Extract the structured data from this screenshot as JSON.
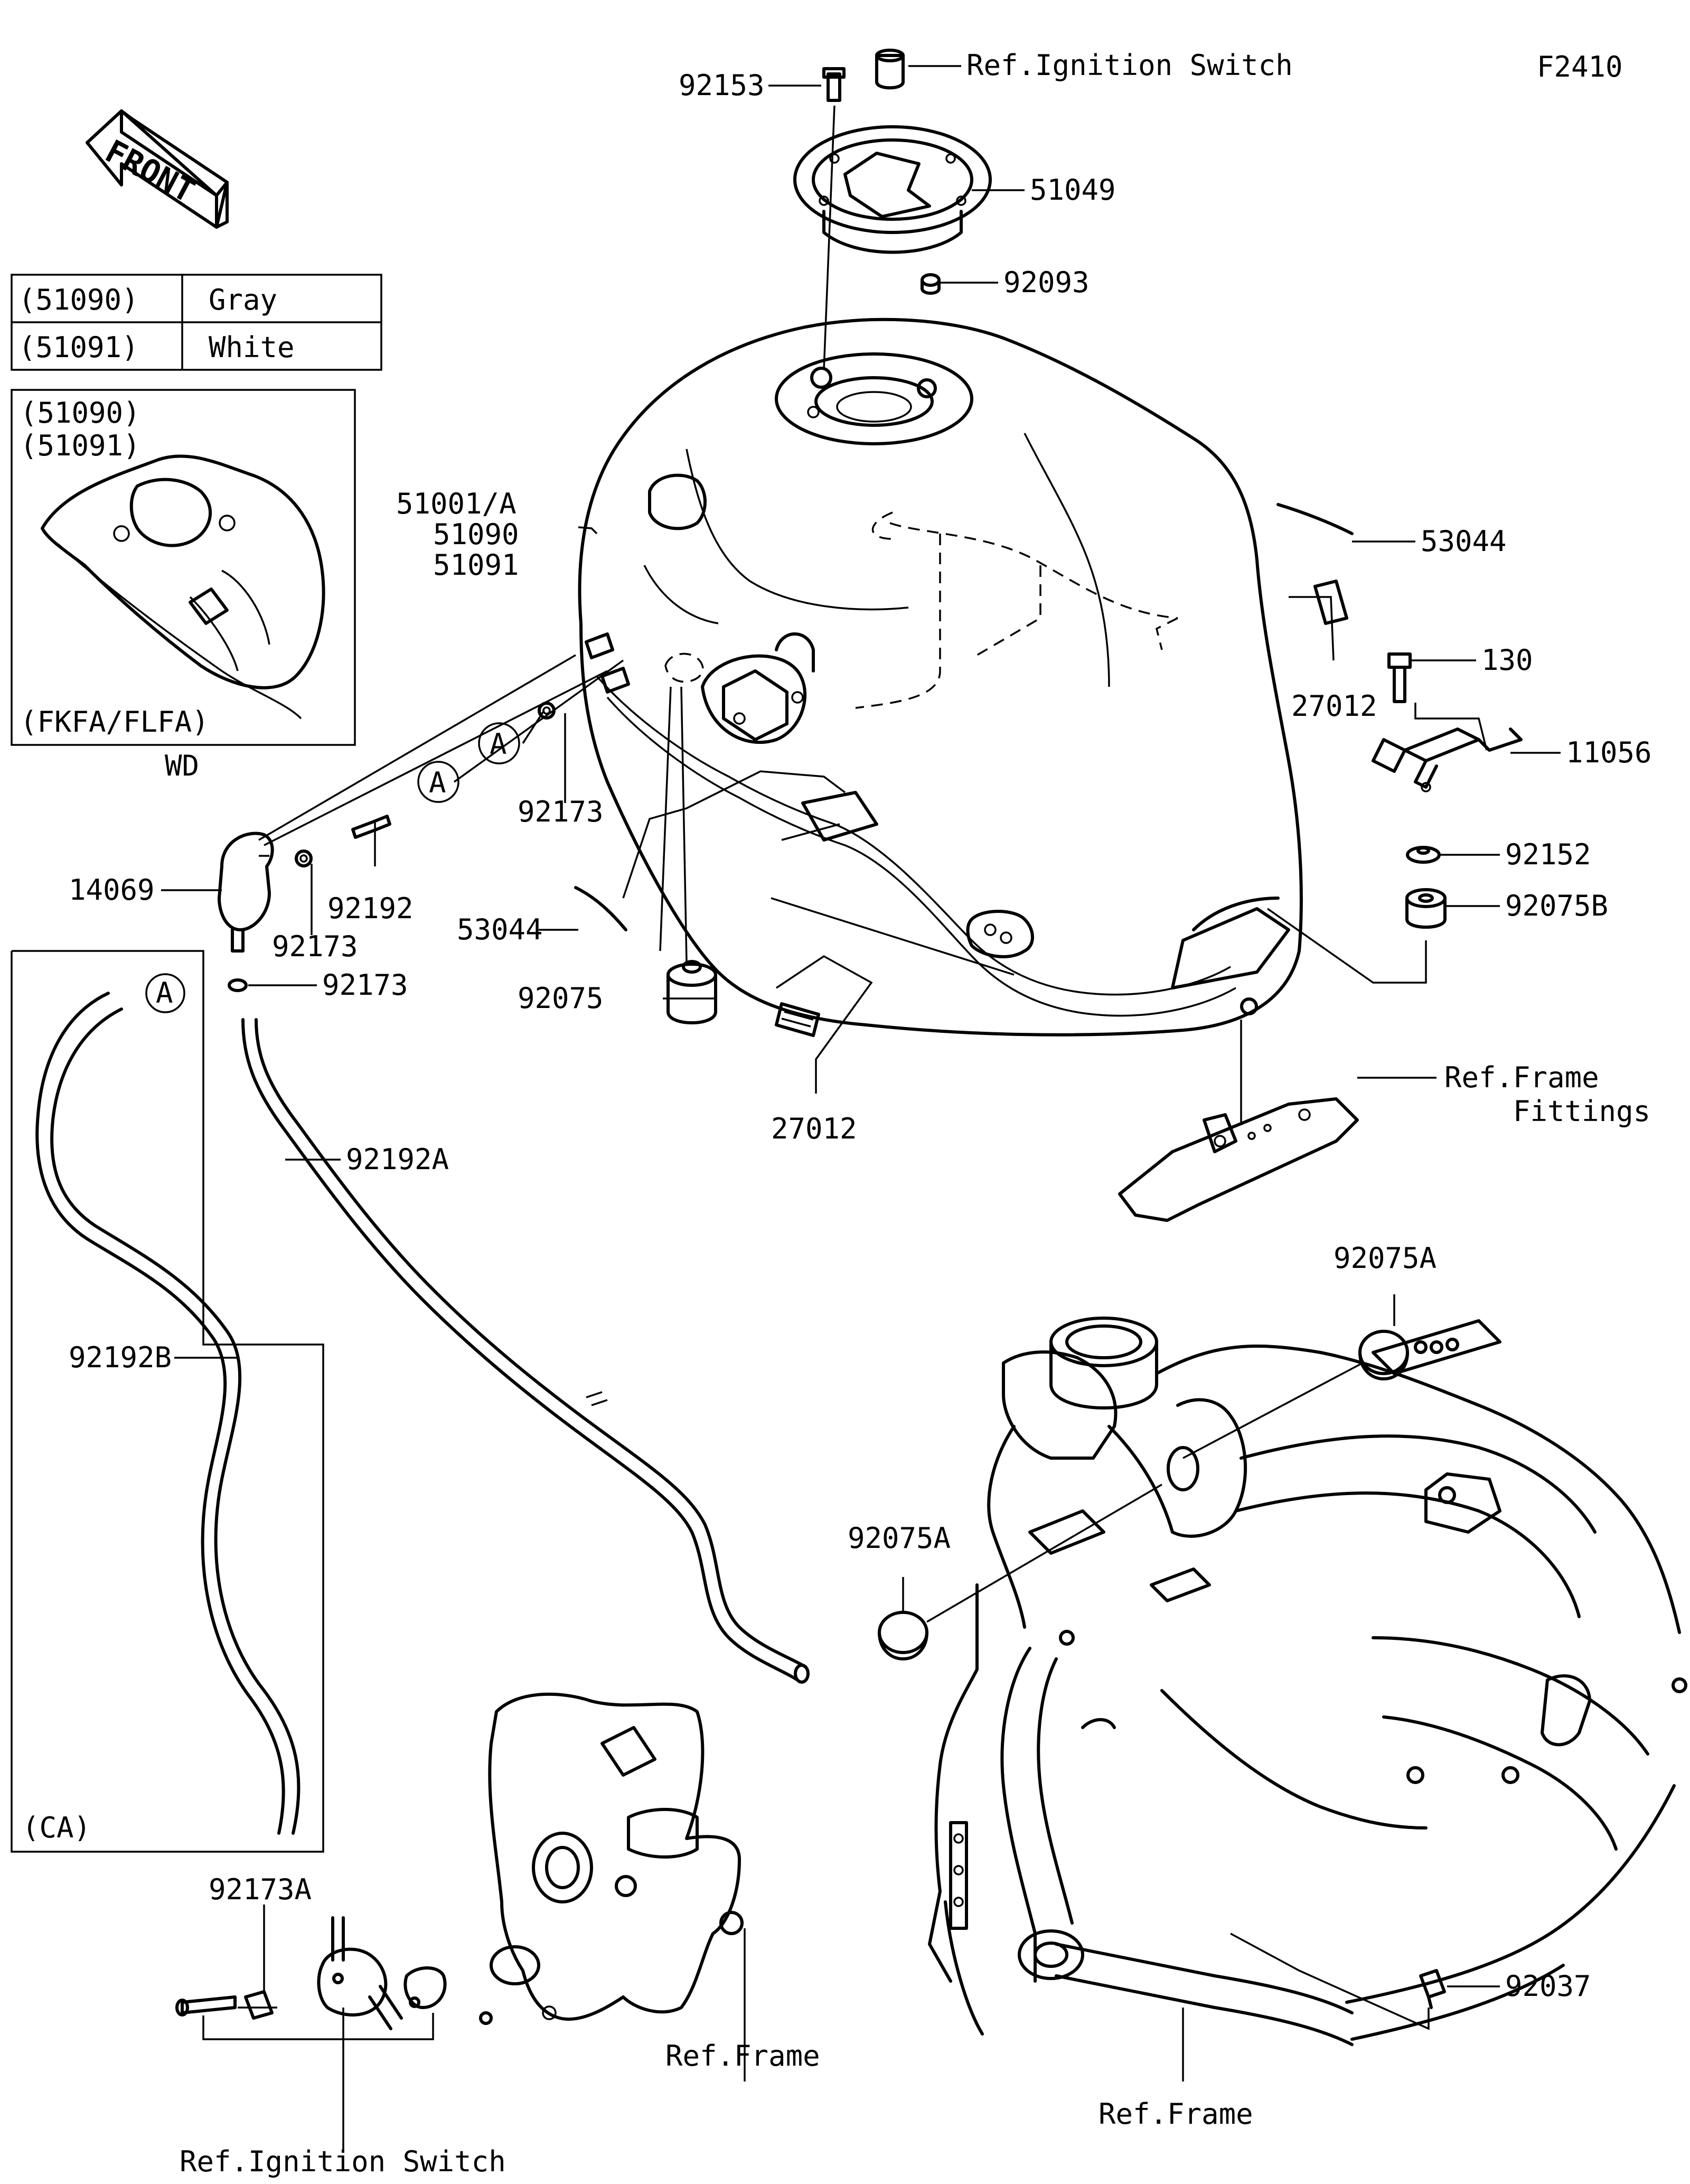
{
  "figure_code": "F2410",
  "front_label": "FRONT",
  "color_table": [
    {
      "code": "(51090)",
      "color": "Gray"
    },
    {
      "code": "(51091)",
      "color": "White"
    }
  ],
  "inset_wd": {
    "codes": [
      "(51090)",
      "(51091)"
    ],
    "variant": "(FKFA/FLFA)",
    "caption": "WD"
  },
  "inset_ca": {
    "variant": "(CA)"
  },
  "callout_letter": "A",
  "parts": {
    "p92153": "92153",
    "ref_ignition_top": "Ref.Ignition Switch",
    "p51049": "51049",
    "p92093": "92093",
    "tank_line1": "51001/A",
    "tank_line2": "51090",
    "tank_line3": "51091",
    "p53044_right": "53044",
    "p27012_right": "27012",
    "p130": "130",
    "p11056": "11056",
    "p92152": "92152",
    "p92075B": "92075B",
    "p92173_a": "92173",
    "p14069": "14069",
    "p92192": "92192",
    "p92173_b": "92173",
    "p92173_c": "92173",
    "p53044_left": "53044",
    "p92075": "92075",
    "p27012_left": "27012",
    "ref_frame_fittings_1": "Ref.Frame",
    "ref_frame_fittings_2": "Fittings",
    "p92192A": "92192A",
    "p92192B": "92192B",
    "p92075A_top": "92075A",
    "p92075A_left": "92075A",
    "p92173A": "92173A",
    "ref_frame_mid": "Ref.Frame",
    "ref_ignition_bottom": "Ref.Ignition Switch",
    "p92037": "92037",
    "ref_frame_bottom": "Ref.Frame"
  }
}
